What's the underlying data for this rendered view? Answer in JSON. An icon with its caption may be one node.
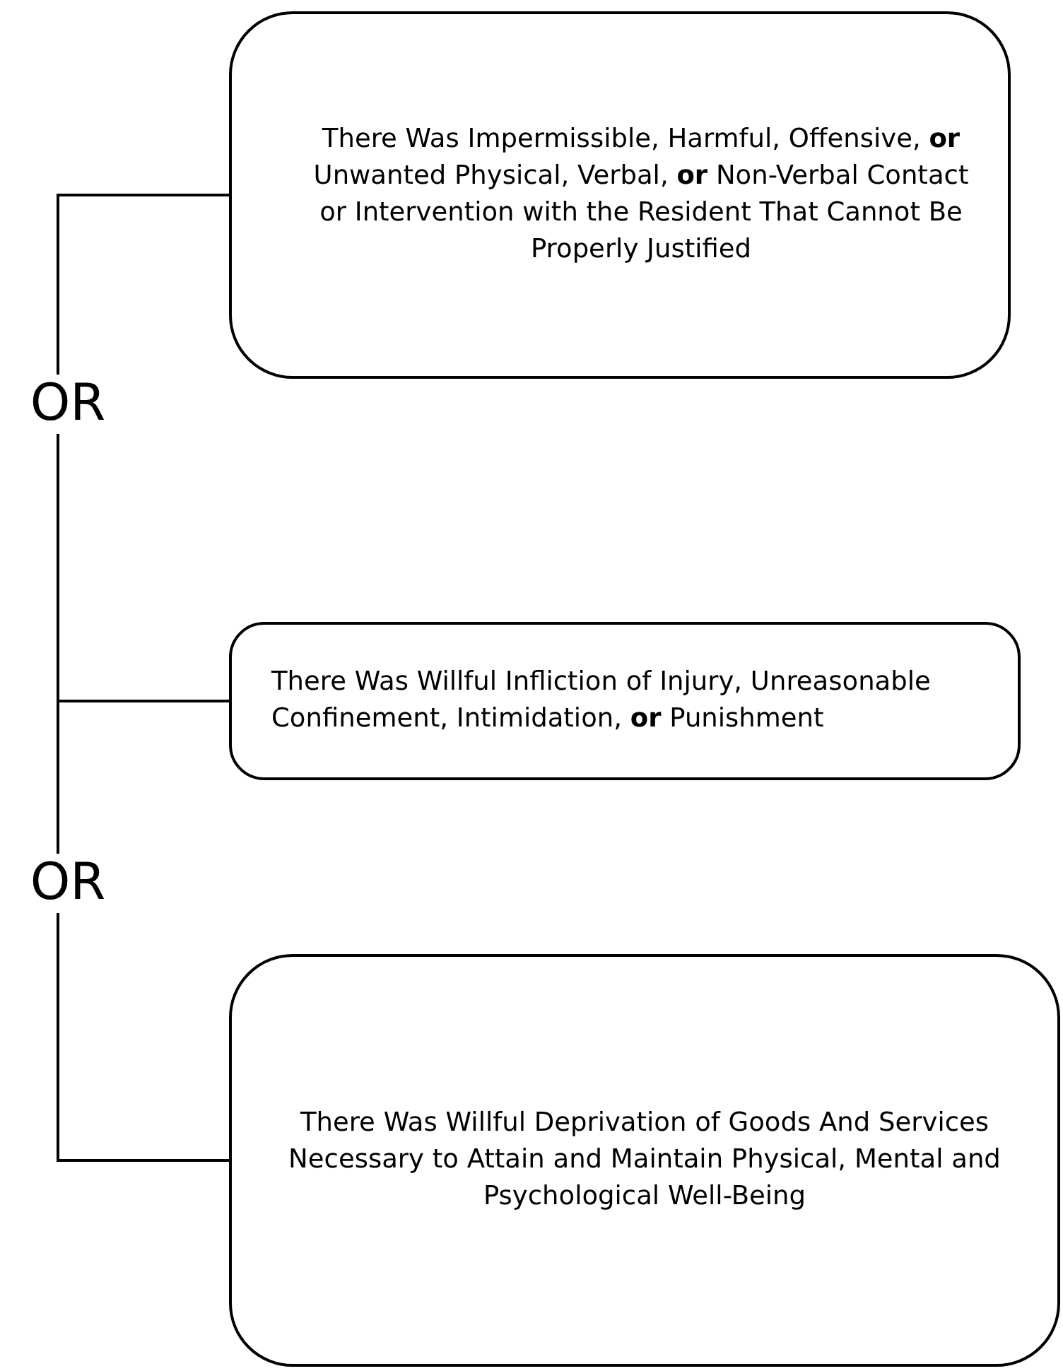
{
  "diagram": {
    "nodes": [
      {
        "text": [
          "There Was Impermissible, Harmful, Offensive, **or** Unwanted Physical, Verbal, **or** Non-Verbal Contact or Intervention with the Resident That Cannot Be Properly Justified"
        ]
      },
      {
        "text": [
          "OR"
        ]
      },
      {
        "text": [
          "There Was Willful Infliction of Injury, Unreasonable Confinement, Intimidation, **or** Punishment"
        ]
      },
      {
        "text": [
          "OR"
        ]
      },
      {
        "text": [
          "There Was Willful Deprivation of Goods And Services Necessary to Attain and Maintain Physical, Mental and Psychological Well-Being"
        ]
      }
    ],
    "edges": [
      {
        "from": 1,
        "to": 0,
        "arrow": "none"
      },
      {
        "from": 1,
        "to": 2,
        "arrow": "none"
      },
      {
        "from": 3,
        "to": 2,
        "arrow": "none"
      },
      {
        "from": 3,
        "to": 4,
        "arrow": "none"
      }
    ]
  }
}
